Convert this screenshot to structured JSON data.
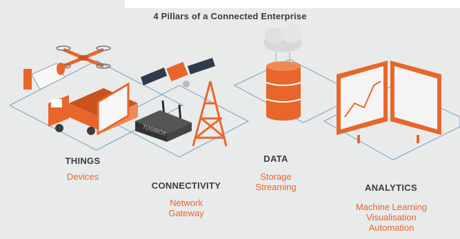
{
  "title": "4 Pillars of a Connected Enterprise",
  "device_label": "TOSIBOX",
  "colors": {
    "background": "#e9eaea",
    "accent_orange": "#e8662b",
    "grid_blue": "#6fa4c9",
    "dark_text": "#3c3c3c"
  },
  "pillars": [
    {
      "heading": "THINGS",
      "items": [
        "Devices"
      ]
    },
    {
      "heading": "CONNECTIVITY",
      "items": [
        "Network",
        "Gateway"
      ]
    },
    {
      "heading": "DATA",
      "items": [
        "Storage",
        "Streaming"
      ]
    },
    {
      "heading": "ANALYTICS",
      "items": [
        "Machine Learning",
        "Visualisation",
        "Automation"
      ]
    }
  ]
}
